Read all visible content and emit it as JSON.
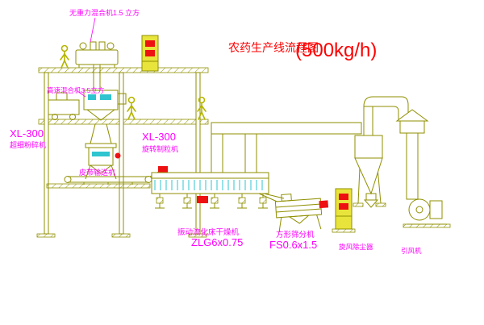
{
  "title": {
    "text": "农药生产线流程图",
    "capacity": "(500kg/h)"
  },
  "equipment_labels": {
    "gravity_mixer": "无重力混合机1.5 立方",
    "high_speed_mixer": "高速混合机3.5立方",
    "granulator_left": {
      "model": "XL-300",
      "name": "超细粉碎机"
    },
    "granulator_mid": {
      "model": "XL-300",
      "name": "旋转制粒机"
    },
    "belt_conveyor": "皮带输送机",
    "fluid_bed_dryer": {
      "name": "振动流化床干燥机",
      "model": "ZLG6x0.75"
    },
    "square_sifter": {
      "name": "方形筛分机",
      "model": "FS0.6x1.5"
    },
    "cyclone": "旋风除尘器",
    "induced_draft_fan": "引风机"
  },
  "colors": {
    "drawing_line": "#8f8f00",
    "label_text": "#ff00ff",
    "title_text": "#ff0000",
    "accent_cyan": "#2fc4cf",
    "accent_red": "#ee1111",
    "cabinet_fill": "#e9e43c"
  }
}
